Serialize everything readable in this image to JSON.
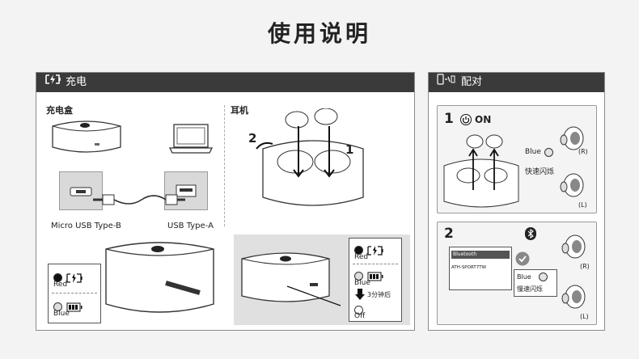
{
  "title": "使用说明",
  "charge": {
    "header": "充电",
    "case_label": "充电盒",
    "earbuds_label": "耳机",
    "micro_usb": "Micro USB Type-B",
    "usb_a": "USB Type-A",
    "step_1": "1",
    "step_2": "2",
    "case_status": {
      "red": "Red",
      "blue": "Blue"
    },
    "earbud_status": {
      "red": "Red",
      "blue": "Blue",
      "off": "Off",
      "after": "3分钟后"
    }
  },
  "pair": {
    "header": "配对",
    "step1_num": "1",
    "step1_on": "ON",
    "step1_blue": "Blue",
    "step1_flash": "快速闪烁",
    "right": "(R)",
    "left": "(L)",
    "step2_num": "2",
    "phone_bt": "Bluetooth",
    "phone_device": "ATH-SPORT7TW",
    "step2_blue": "Blue",
    "step2_flash": "慢速闪烁"
  },
  "colors": {
    "header_bg": "#3a3a3a",
    "red_dot": "#111111",
    "blue_dot": "#dddddd"
  }
}
